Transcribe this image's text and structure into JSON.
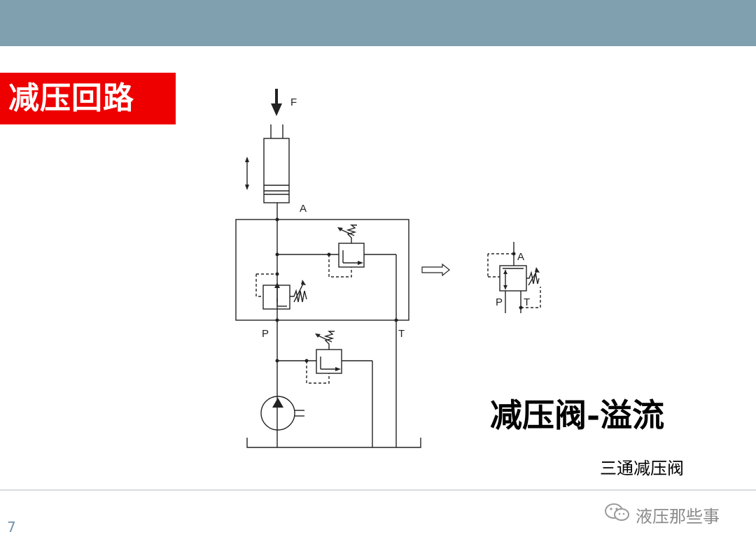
{
  "slide": {
    "title": "减压回路",
    "subtitle": "减压阀-溢流",
    "caption": "三通减压阀",
    "watermark": "液压那些事",
    "page_number": "7"
  },
  "diagram_labels": {
    "force": "F",
    "port_a": "A",
    "port_p": "P",
    "port_t": "T",
    "symbol_a": "A",
    "symbol_p": "P",
    "symbol_t": "T"
  },
  "colors": {
    "top_bar": "#809faf",
    "title_bg": "#ee0000",
    "page_number": "#6f93aa"
  },
  "icons": [
    "force-arrow-icon",
    "motion-arrow-icon",
    "hollow-arrow-icon",
    "wechat-icon"
  ]
}
